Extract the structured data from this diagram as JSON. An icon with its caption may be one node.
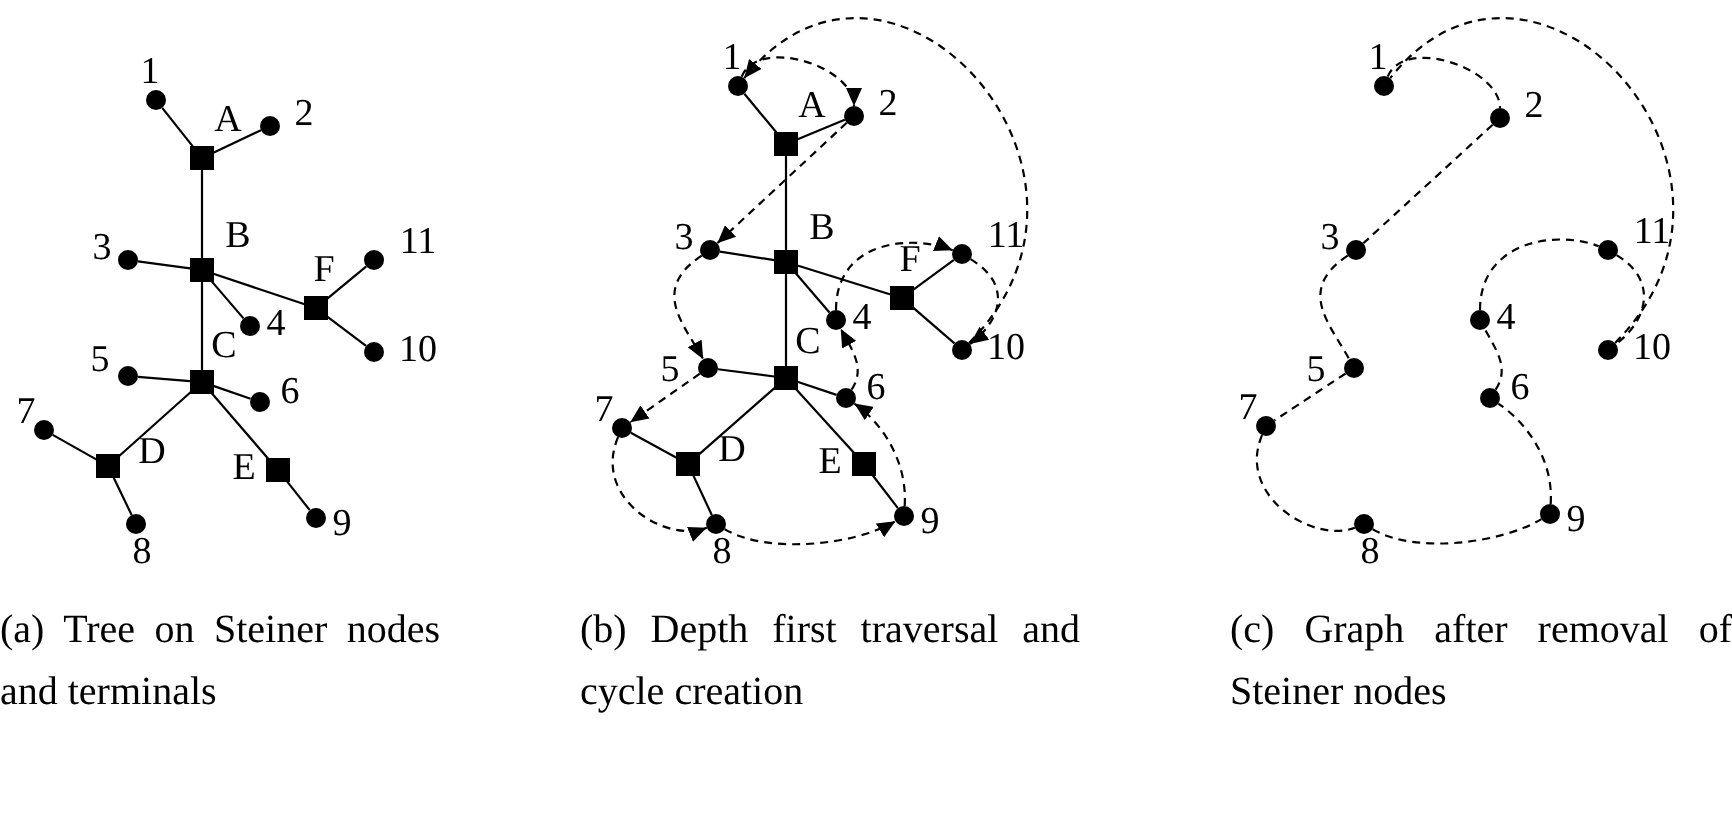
{
  "diagram": {
    "nodes": [
      {
        "text": [],
        "shape": "circle",
        "beside": [
          "1"
        ]
      },
      {
        "text": [],
        "shape": "circle",
        "beside": [
          "2"
        ]
      },
      {
        "text": [],
        "shape": "circle",
        "beside": [
          "3"
        ]
      },
      {
        "text": [],
        "shape": "circle",
        "beside": [
          "4"
        ]
      },
      {
        "text": [],
        "shape": "circle",
        "beside": [
          "5"
        ]
      },
      {
        "text": [],
        "shape": "circle",
        "beside": [
          "6"
        ]
      },
      {
        "text": [],
        "shape": "circle",
        "beside": [
          "7"
        ]
      },
      {
        "text": [],
        "shape": "circle",
        "beside": [
          "8"
        ]
      },
      {
        "text": [],
        "shape": "circle",
        "beside": [
          "9"
        ]
      },
      {
        "text": [],
        "shape": "circle",
        "beside": [
          "10"
        ]
      },
      {
        "text": [],
        "shape": "circle",
        "beside": [
          "11"
        ]
      },
      {
        "text": [],
        "shape": "box",
        "beside": [
          "A"
        ]
      },
      {
        "text": [],
        "shape": "box",
        "beside": [
          "B"
        ]
      },
      {
        "text": [],
        "shape": "box",
        "beside": [
          "C"
        ]
      },
      {
        "text": [],
        "shape": "box",
        "beside": [
          "D"
        ]
      },
      {
        "text": [],
        "shape": "box",
        "beside": [
          "E"
        ]
      },
      {
        "text": [],
        "shape": "box",
        "beside": [
          "F"
        ]
      },
      {
        "text": [],
        "shape": "circle",
        "beside": [
          "1"
        ]
      },
      {
        "text": [],
        "shape": "circle",
        "beside": [
          "2"
        ]
      },
      {
        "text": [],
        "shape": "circle",
        "beside": [
          "3"
        ]
      },
      {
        "text": [],
        "shape": "circle",
        "beside": [
          "4"
        ]
      },
      {
        "text": [],
        "shape": "circle",
        "beside": [
          "5"
        ]
      },
      {
        "text": [],
        "shape": "circle",
        "beside": [
          "6"
        ]
      },
      {
        "text": [],
        "shape": "circle",
        "beside": [
          "7"
        ]
      },
      {
        "text": [],
        "shape": "circle",
        "beside": [
          "8"
        ]
      },
      {
        "text": [],
        "shape": "circle",
        "beside": [
          "9"
        ]
      },
      {
        "text": [],
        "shape": "circle",
        "beside": [
          "10"
        ]
      },
      {
        "text": [],
        "shape": "circle",
        "beside": [
          "11"
        ]
      },
      {
        "text": [],
        "shape": "box",
        "beside": [
          "A"
        ]
      },
      {
        "text": [],
        "shape": "box",
        "beside": [
          "B"
        ]
      },
      {
        "text": [],
        "shape": "box",
        "beside": [
          "C"
        ]
      },
      {
        "text": [],
        "shape": "box",
        "beside": [
          "D"
        ]
      },
      {
        "text": [],
        "shape": "box",
        "beside": [
          "E"
        ]
      },
      {
        "text": [],
        "shape": "box",
        "beside": [
          "F"
        ]
      },
      {
        "text": [],
        "shape": "circle",
        "beside": [
          "1"
        ]
      },
      {
        "text": [],
        "shape": "circle",
        "beside": [
          "2"
        ]
      },
      {
        "text": [],
        "shape": "circle",
        "beside": [
          "3"
        ]
      },
      {
        "text": [],
        "shape": "circle",
        "beside": [
          "4"
        ]
      },
      {
        "text": [],
        "shape": "circle",
        "beside": [
          "5"
        ]
      },
      {
        "text": [],
        "shape": "circle",
        "beside": [
          "6"
        ]
      },
      {
        "text": [],
        "shape": "circle",
        "beside": [
          "7"
        ]
      },
      {
        "text": [],
        "shape": "circle",
        "beside": [
          "8"
        ]
      },
      {
        "text": [],
        "shape": "circle",
        "beside": [
          "9"
        ]
      },
      {
        "text": [],
        "shape": "circle",
        "beside": [
          "10"
        ]
      },
      {
        "text": [],
        "shape": "circle",
        "beside": [
          "11"
        ]
      }
    ],
    "edges": [
      {
        "from": 11,
        "to": 0,
        "arrow": "none"
      },
      {
        "from": 11,
        "to": 1,
        "arrow": "none"
      },
      {
        "from": 11,
        "to": 12,
        "arrow": "none"
      },
      {
        "from": 12,
        "to": 2,
        "arrow": "none"
      },
      {
        "from": 12,
        "to": 3,
        "arrow": "none"
      },
      {
        "from": 12,
        "to": 16,
        "arrow": "none"
      },
      {
        "from": 16,
        "to": 10,
        "arrow": "none"
      },
      {
        "from": 16,
        "to": 9,
        "arrow": "none"
      },
      {
        "from": 12,
        "to": 13,
        "arrow": "none"
      },
      {
        "from": 13,
        "to": 4,
        "arrow": "none"
      },
      {
        "from": 13,
        "to": 5,
        "arrow": "none"
      },
      {
        "from": 13,
        "to": 14,
        "arrow": "none"
      },
      {
        "from": 14,
        "to": 6,
        "arrow": "none"
      },
      {
        "from": 14,
        "to": 7,
        "arrow": "none"
      },
      {
        "from": 13,
        "to": 15,
        "arrow": "none"
      },
      {
        "from": 15,
        "to": 8,
        "arrow": "none"
      },
      {
        "from": 28,
        "to": 17,
        "arrow": "none"
      },
      {
        "from": 28,
        "to": 18,
        "arrow": "none"
      },
      {
        "from": 28,
        "to": 29,
        "arrow": "none"
      },
      {
        "from": 29,
        "to": 19,
        "arrow": "none"
      },
      {
        "from": 29,
        "to": 20,
        "arrow": "none"
      },
      {
        "from": 29,
        "to": 33,
        "arrow": "none"
      },
      {
        "from": 33,
        "to": 27,
        "arrow": "none"
      },
      {
        "from": 33,
        "to": 26,
        "arrow": "none"
      },
      {
        "from": 29,
        "to": 30,
        "arrow": "none"
      },
      {
        "from": 30,
        "to": 21,
        "arrow": "none"
      },
      {
        "from": 30,
        "to": 22,
        "arrow": "none"
      },
      {
        "from": 30,
        "to": 31,
        "arrow": "none"
      },
      {
        "from": 31,
        "to": 23,
        "arrow": "none"
      },
      {
        "from": 31,
        "to": 24,
        "arrow": "none"
      },
      {
        "from": 30,
        "to": 32,
        "arrow": "none"
      },
      {
        "from": 32,
        "to": 25,
        "arrow": "none"
      },
      {
        "from": 17,
        "to": 18,
        "arrow": "to",
        "style": "dashed"
      },
      {
        "from": 18,
        "to": 19,
        "arrow": "to",
        "style": "dashed"
      },
      {
        "from": 19,
        "to": 21,
        "arrow": "to",
        "style": "dashed"
      },
      {
        "from": 21,
        "to": 23,
        "arrow": "to",
        "style": "dashed"
      },
      {
        "from": 23,
        "to": 24,
        "arrow": "to",
        "style": "dashed"
      },
      {
        "from": 24,
        "to": 25,
        "arrow": "to",
        "style": "dashed"
      },
      {
        "from": 25,
        "to": 22,
        "arrow": "to",
        "style": "dashed"
      },
      {
        "from": 22,
        "to": 20,
        "arrow": "to",
        "style": "dashed"
      },
      {
        "from": 20,
        "to": 27,
        "arrow": "to",
        "style": "dashed"
      },
      {
        "from": 27,
        "to": 26,
        "arrow": "to",
        "style": "dashed"
      },
      {
        "from": 26,
        "to": 17,
        "arrow": "to",
        "style": "dashed"
      },
      {
        "from": 34,
        "to": 35,
        "arrow": "none",
        "style": "dashed"
      },
      {
        "from": 35,
        "to": 36,
        "arrow": "none",
        "style": "dashed"
      },
      {
        "from": 36,
        "to": 38,
        "arrow": "none",
        "style": "dashed"
      },
      {
        "from": 38,
        "to": 40,
        "arrow": "none",
        "style": "dashed"
      },
      {
        "from": 40,
        "to": 41,
        "arrow": "none",
        "style": "dashed"
      },
      {
        "from": 41,
        "to": 42,
        "arrow": "none",
        "style": "dashed"
      },
      {
        "from": 42,
        "to": 39,
        "arrow": "none",
        "style": "dashed"
      },
      {
        "from": 39,
        "to": 37,
        "arrow": "none",
        "style": "dashed"
      },
      {
        "from": 37,
        "to": 44,
        "arrow": "none",
        "style": "dashed"
      },
      {
        "from": 44,
        "to": 43,
        "arrow": "none",
        "style": "dashed"
      },
      {
        "from": 43,
        "to": 34,
        "arrow": "none",
        "style": "dashed"
      }
    ],
    "labels": [
      "(a) Tree on Steiner nodes and terminals",
      "(b) Depth first traversal and cycle creation",
      "(c) Graph after removal of Steiner nodes"
    ]
  }
}
